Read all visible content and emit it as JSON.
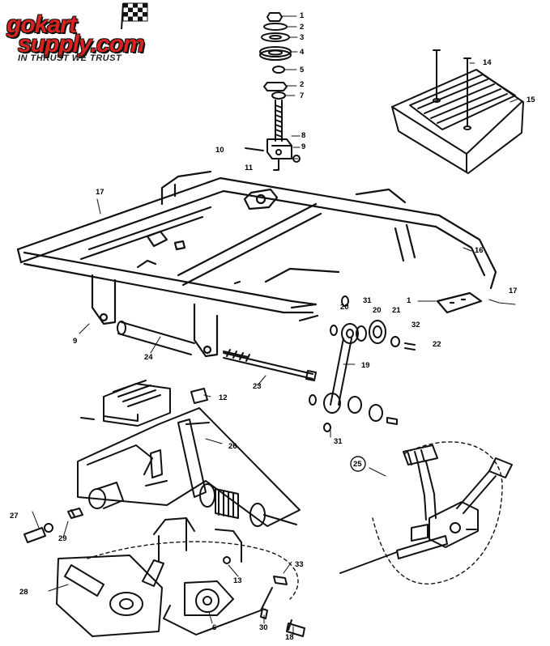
{
  "logo": {
    "line1": "gokart",
    "line2": "supply.com",
    "tagline": "IN THRUST WE TRUST"
  },
  "callouts": [
    "1",
    "2",
    "3",
    "4",
    "5",
    "2",
    "7",
    "8",
    "9",
    "10",
    "11",
    "12",
    "14",
    "15",
    "16",
    "17",
    "17",
    "1",
    "20",
    "31",
    "20",
    "21",
    "32",
    "22",
    "9",
    "24",
    "23",
    "19",
    "31",
    "26",
    "25",
    "27",
    "29",
    "28",
    "13",
    "33",
    "6",
    "30",
    "18"
  ],
  "colors": {
    "ink": "#111111",
    "brand_red": "#d8231f",
    "paper": "#ffffff"
  }
}
